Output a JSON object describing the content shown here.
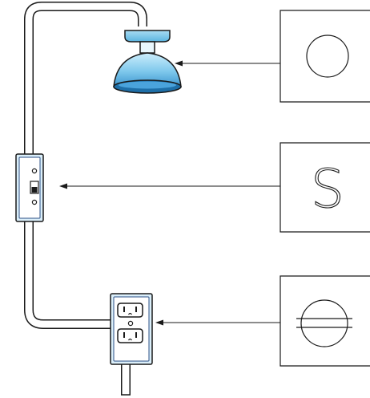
{
  "colors": {
    "line": "#1a1a1a",
    "wire_fill": "#ffffff",
    "fixture_light": "#8fd0ec",
    "fixture_mid": "#5ab4e0",
    "fixture_dark": "#1e6fa8",
    "plate_fill": "#dbeffa",
    "plate_border": "#2b4f86",
    "background": "#ffffff"
  },
  "symbols": {
    "light": {
      "icon": "circle-symbol",
      "meaning_icon": "ceiling-light-fixture-icon"
    },
    "switch": {
      "icon": "s-letter-symbol",
      "letter": "S",
      "meaning_icon": "toggle-switch-icon"
    },
    "outlet": {
      "icon": "duplex-outlet-symbol",
      "meaning_icon": "duplex-receptacle-icon"
    }
  }
}
